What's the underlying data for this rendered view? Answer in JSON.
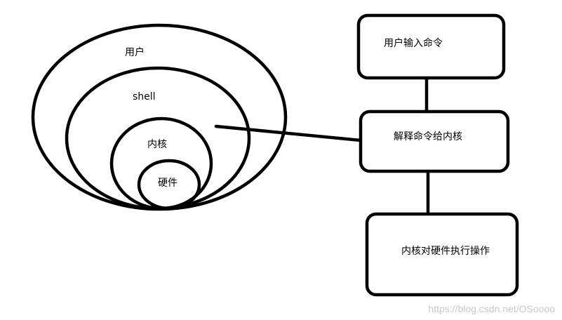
{
  "layers": {
    "user": "用户",
    "shell": "shell",
    "kernel": "内核",
    "hardware": "硬件"
  },
  "steps": {
    "input": "用户输入命令",
    "interpret": "解释命令给内核",
    "execute": "内核对硬件执行操作"
  },
  "watermark": "https://blog.csdn.net/OSoooo",
  "colors": {
    "stroke": "#000000",
    "background": "#ffffff",
    "watermark": "#c8c8c8"
  }
}
